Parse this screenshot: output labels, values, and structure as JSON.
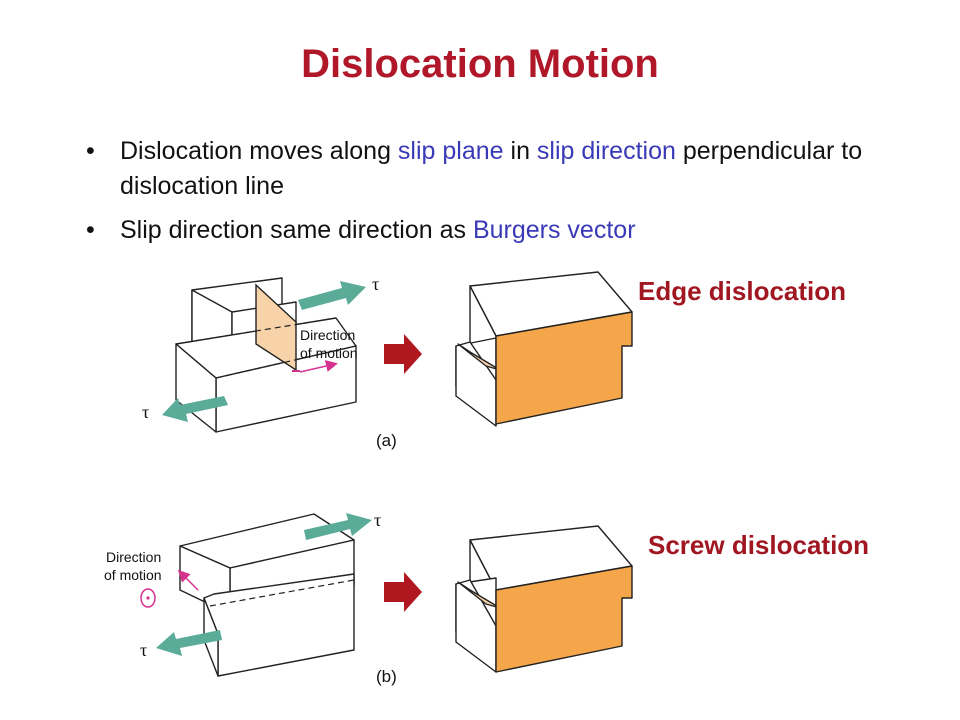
{
  "title": "Dislocation Motion",
  "bullets": [
    {
      "pre": "Dislocation moves along ",
      "hl1": "slip plane",
      "mid": " in ",
      "hl2": "slip direction",
      "post": " perpendicular to dislocation line"
    },
    {
      "pre": "Slip direction same direction as ",
      "hl1": "Burgers vector"
    }
  ],
  "labels": {
    "edge": "Edge dislocation",
    "screw": "Screw dislocation"
  },
  "figure": {
    "tau": "τ",
    "direction_line1": "Direction",
    "direction_line2": "of motion",
    "panel_a": "(a)",
    "panel_b": "(b)"
  },
  "colors": {
    "title": "#b0182a",
    "highlight": "#3a3ab8",
    "label": "#a01722",
    "orange_fill": "#f5a64a",
    "light_orange": "#f8d2a8",
    "shear_arrow": "#5aab98",
    "motion_arrow": "#d6338f",
    "process_arrow": "#b01820"
  }
}
